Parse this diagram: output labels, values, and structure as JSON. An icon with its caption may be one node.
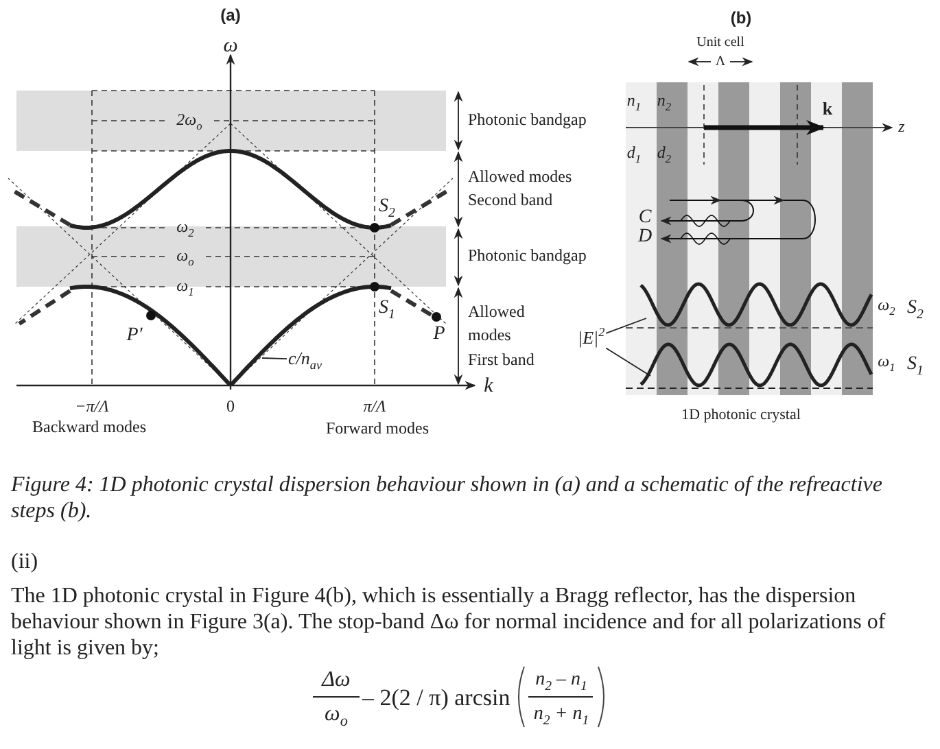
{
  "diagram": {
    "caption": "Figure 4: 1D photonic crystal dispersion behaviour shown in (a) and a schematic of the refreactive steps (b).",
    "nodes": [
      {
        "text": [
          "c/n$_{av}$"
        ]
      },
      {
        "text": [
          "|E|$^{2}$"
        ]
      }
    ],
    "edges": [
      {
        "from": 0,
        "to": null,
        "arrow": "none"
      },
      {
        "from": 1,
        "to": null,
        "arrow": "none"
      },
      {
        "from": 1,
        "to": null,
        "arrow": "none"
      }
    ],
    "labels": [
      "(a)",
      "ω",
      "2ω$_{o}$",
      "ω$_{2}$",
      "ω$_{o}$",
      "ω$_{1}$",
      "S$_{2}$",
      "S$_{1}$",
      "P′",
      "P",
      "Photonic bandgap",
      "Allowed modes Second band",
      "Photonic bandgap",
      "Allowed modes First band",
      "k",
      "−π/Λ",
      "0",
      "π/Λ",
      "Backward modes",
      "Forward modes",
      "(b)",
      "Unit cell",
      "Λ",
      "n$_{1}$",
      "n$_{2}$",
      "k",
      "z",
      "d$_{1}$",
      "d$_{2}$",
      "C",
      "D",
      "ω$_{2}$",
      "S$_{2}$",
      "ω$_{1}$",
      "S$_{1}$",
      "1D photonic crystal",
      "(ii)",
      "The 1D photonic crystal in Figure 4(b), which is essentially a Bragg reflector, has the dispersion behaviour shown in Figure 3(a). The stop-band Δω for normal incidence and for all polarizations of light is given by;",
      "Δω",
      "ω$_{o}$",
      "– 2(2 / π) arcsin",
      "n$_{2}$ – n$_{1}$",
      "n$_{2}$ + n$_{1}$"
    ]
  }
}
